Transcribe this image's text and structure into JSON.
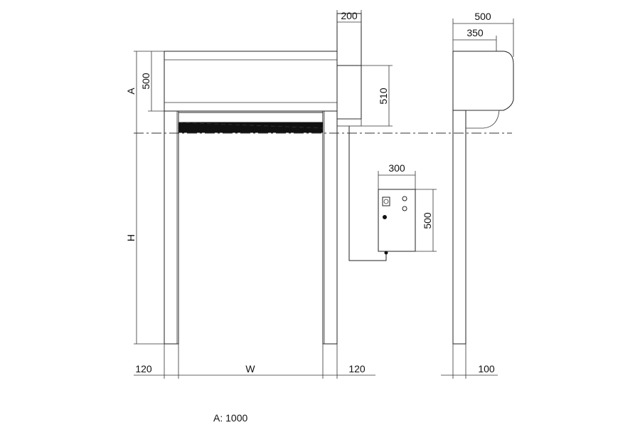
{
  "dimensions": {
    "header_width": "200",
    "header_height_a": "500",
    "bracket_height": "510",
    "side_depth": "500",
    "side_inner_depth": "350",
    "control_box_width": "300",
    "control_box_height": "500",
    "left_post": "120",
    "right_post": "120",
    "opening_width": "W",
    "side_post": "100",
    "opening_height": "H",
    "header_label": "A"
  },
  "footnote": "A: 1000",
  "colors": {
    "line": "#222222",
    "curtain": "#111111"
  }
}
